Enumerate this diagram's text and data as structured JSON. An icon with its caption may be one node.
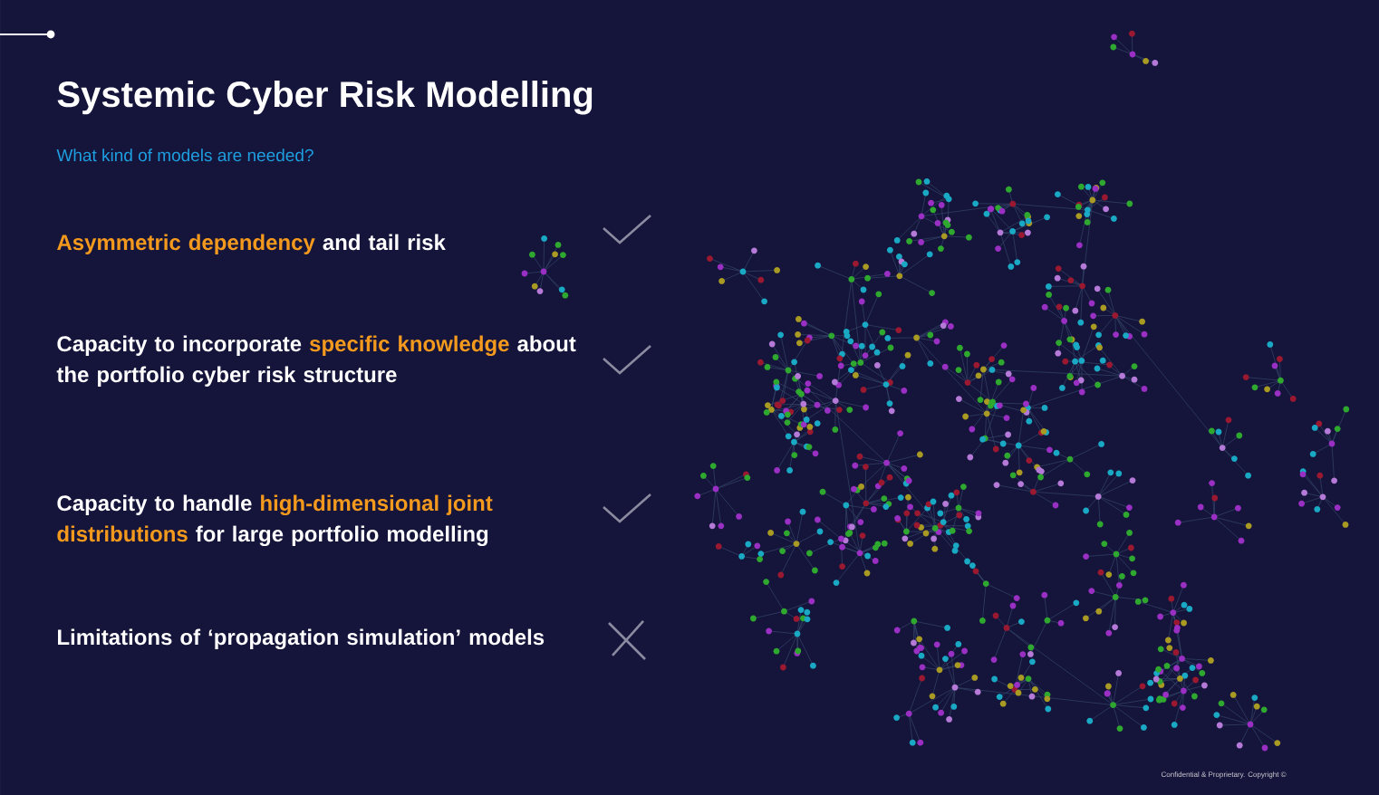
{
  "diagram": {
    "title": "Systemic Cyber Risk Modelling",
    "labels": [
      "What kind of models are needed?",
      "**Asymmetric dependency** and tail risk",
      "Capacity to incorporate **specific knowledge** about the portfolio cyber risk structure",
      "Capacity to handle **high-dimensional joint distributions** for large portfolio modelling",
      "Limitations of ‘propagation simulation’ models",
      "Confidential & Proprietary. Copyright ©"
    ]
  }
}
